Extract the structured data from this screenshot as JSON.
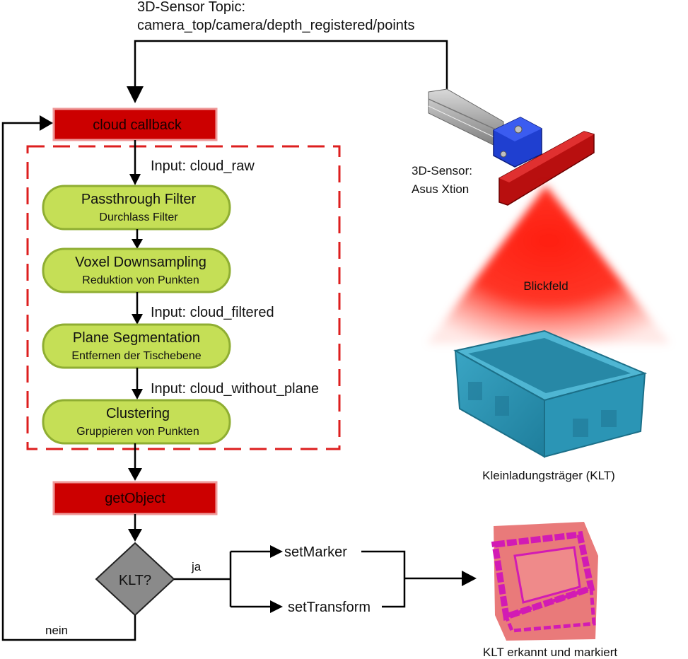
{
  "colors": {
    "red_box_fill": "#cc0000",
    "red_box_border": "#ef9a9a",
    "green_fill": "#c5df56",
    "green_border": "#8fae32",
    "dashed_frame": "#dd1e1e",
    "decision_fill": "#8a8a8a",
    "cone": "#ff2a1a",
    "bin": "#2b8faf",
    "detected_fill": "#e97a7a",
    "detected_outline": "#d21bb4"
  },
  "sensor_topic": {
    "line1": "3D-Sensor Topic:",
    "line2": "camera_top/camera/depth_registered/points"
  },
  "nodes": {
    "cloud_callback": "cloud callback",
    "passthrough": {
      "title": "Passthrough Filter",
      "subtitle": "Durchlass Filter"
    },
    "voxel": {
      "title": "Voxel Downsampling",
      "subtitle": "Reduktion von Punkten"
    },
    "plane": {
      "title": "Plane Segmentation",
      "subtitle": "Entfernen der Tischebene"
    },
    "clustering": {
      "title": "Clustering",
      "subtitle": "Gruppieren von Punkten"
    },
    "get_object": "getObject",
    "decision": "KLT?"
  },
  "inputs": {
    "raw": "Input: cloud_raw",
    "filtered": "Input: cloud_filtered",
    "without_plane": "Input: cloud_without_plane"
  },
  "branches": {
    "yes": "ja",
    "no": "nein"
  },
  "actions": {
    "set_marker": "setMarker",
    "set_transform": "setTransform"
  },
  "sensor": {
    "line1": "3D-Sensor:",
    "line2": "Asus Xtion"
  },
  "field_of_view": "Blickfeld",
  "klt_label": "Kleinladungsträger (KLT)",
  "detected_label": "KLT erkannt und markiert"
}
